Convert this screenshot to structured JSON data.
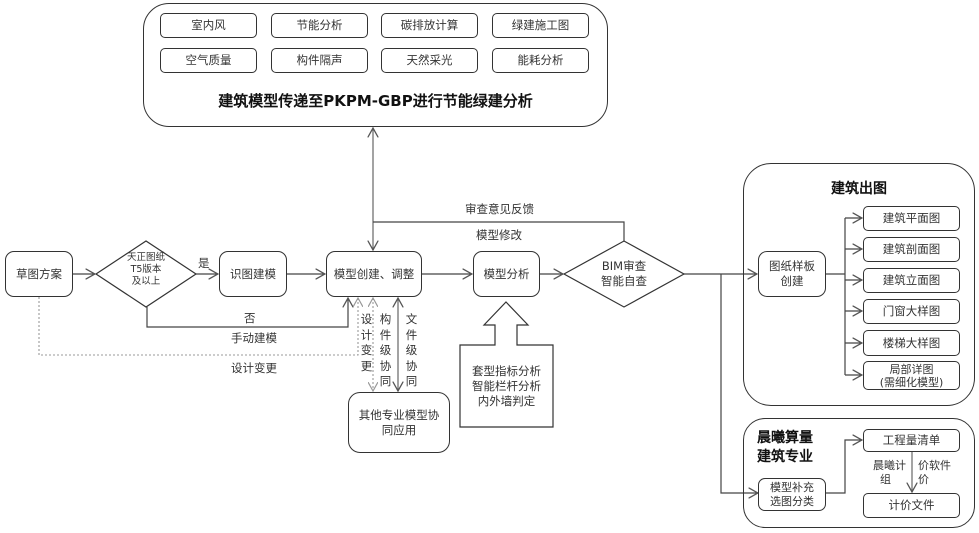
{
  "top_panel": {
    "title": "建筑模型传递至PKPM-GBP进行节能绿建分析",
    "items": [
      "室内风",
      "节能分析",
      "碳排放计算",
      "绿建施工图",
      "空气质量",
      "构件隔声",
      "天然采光",
      "能耗分析"
    ]
  },
  "flow": {
    "sketch": "草图方案",
    "decision": "天正图纸\nT5版本\n及以上",
    "yes_label": "是",
    "no_label": "否",
    "manual_label": "手动建模",
    "design_change_label": "设计变更",
    "recognize": "识图建模",
    "model_create": "模型创建、调整",
    "model_analysis": "模型分析",
    "review": "BIM审查\n智能自查",
    "feedback_label": "审查意见反馈",
    "modify_label": "模型修改",
    "vertical_design_change": "设计变更",
    "component_collab": "构件级协同",
    "file_collab": "文件级协同",
    "other_disciplines": "其他专业模型协\n同应用",
    "analysis_items": "套型指标分析\n智能栏杆分析\n内外墙判定"
  },
  "drawing_panel": {
    "title": "建筑出图",
    "template": "图纸样板\n创建",
    "items": [
      "建筑平面图",
      "建筑剖面图",
      "建筑立面图",
      "门窗大样图",
      "楼梯大样图",
      "局部详图\n(需细化模型)"
    ]
  },
  "quantity_panel": {
    "title": "晨曦算量\n建筑专业",
    "supplement": "模型补充\n选图分类",
    "bill": "工程量清单",
    "pricing_file": "计价文件",
    "left_label": "晨曦计\n  组",
    "right_label": "价软件\n价"
  }
}
